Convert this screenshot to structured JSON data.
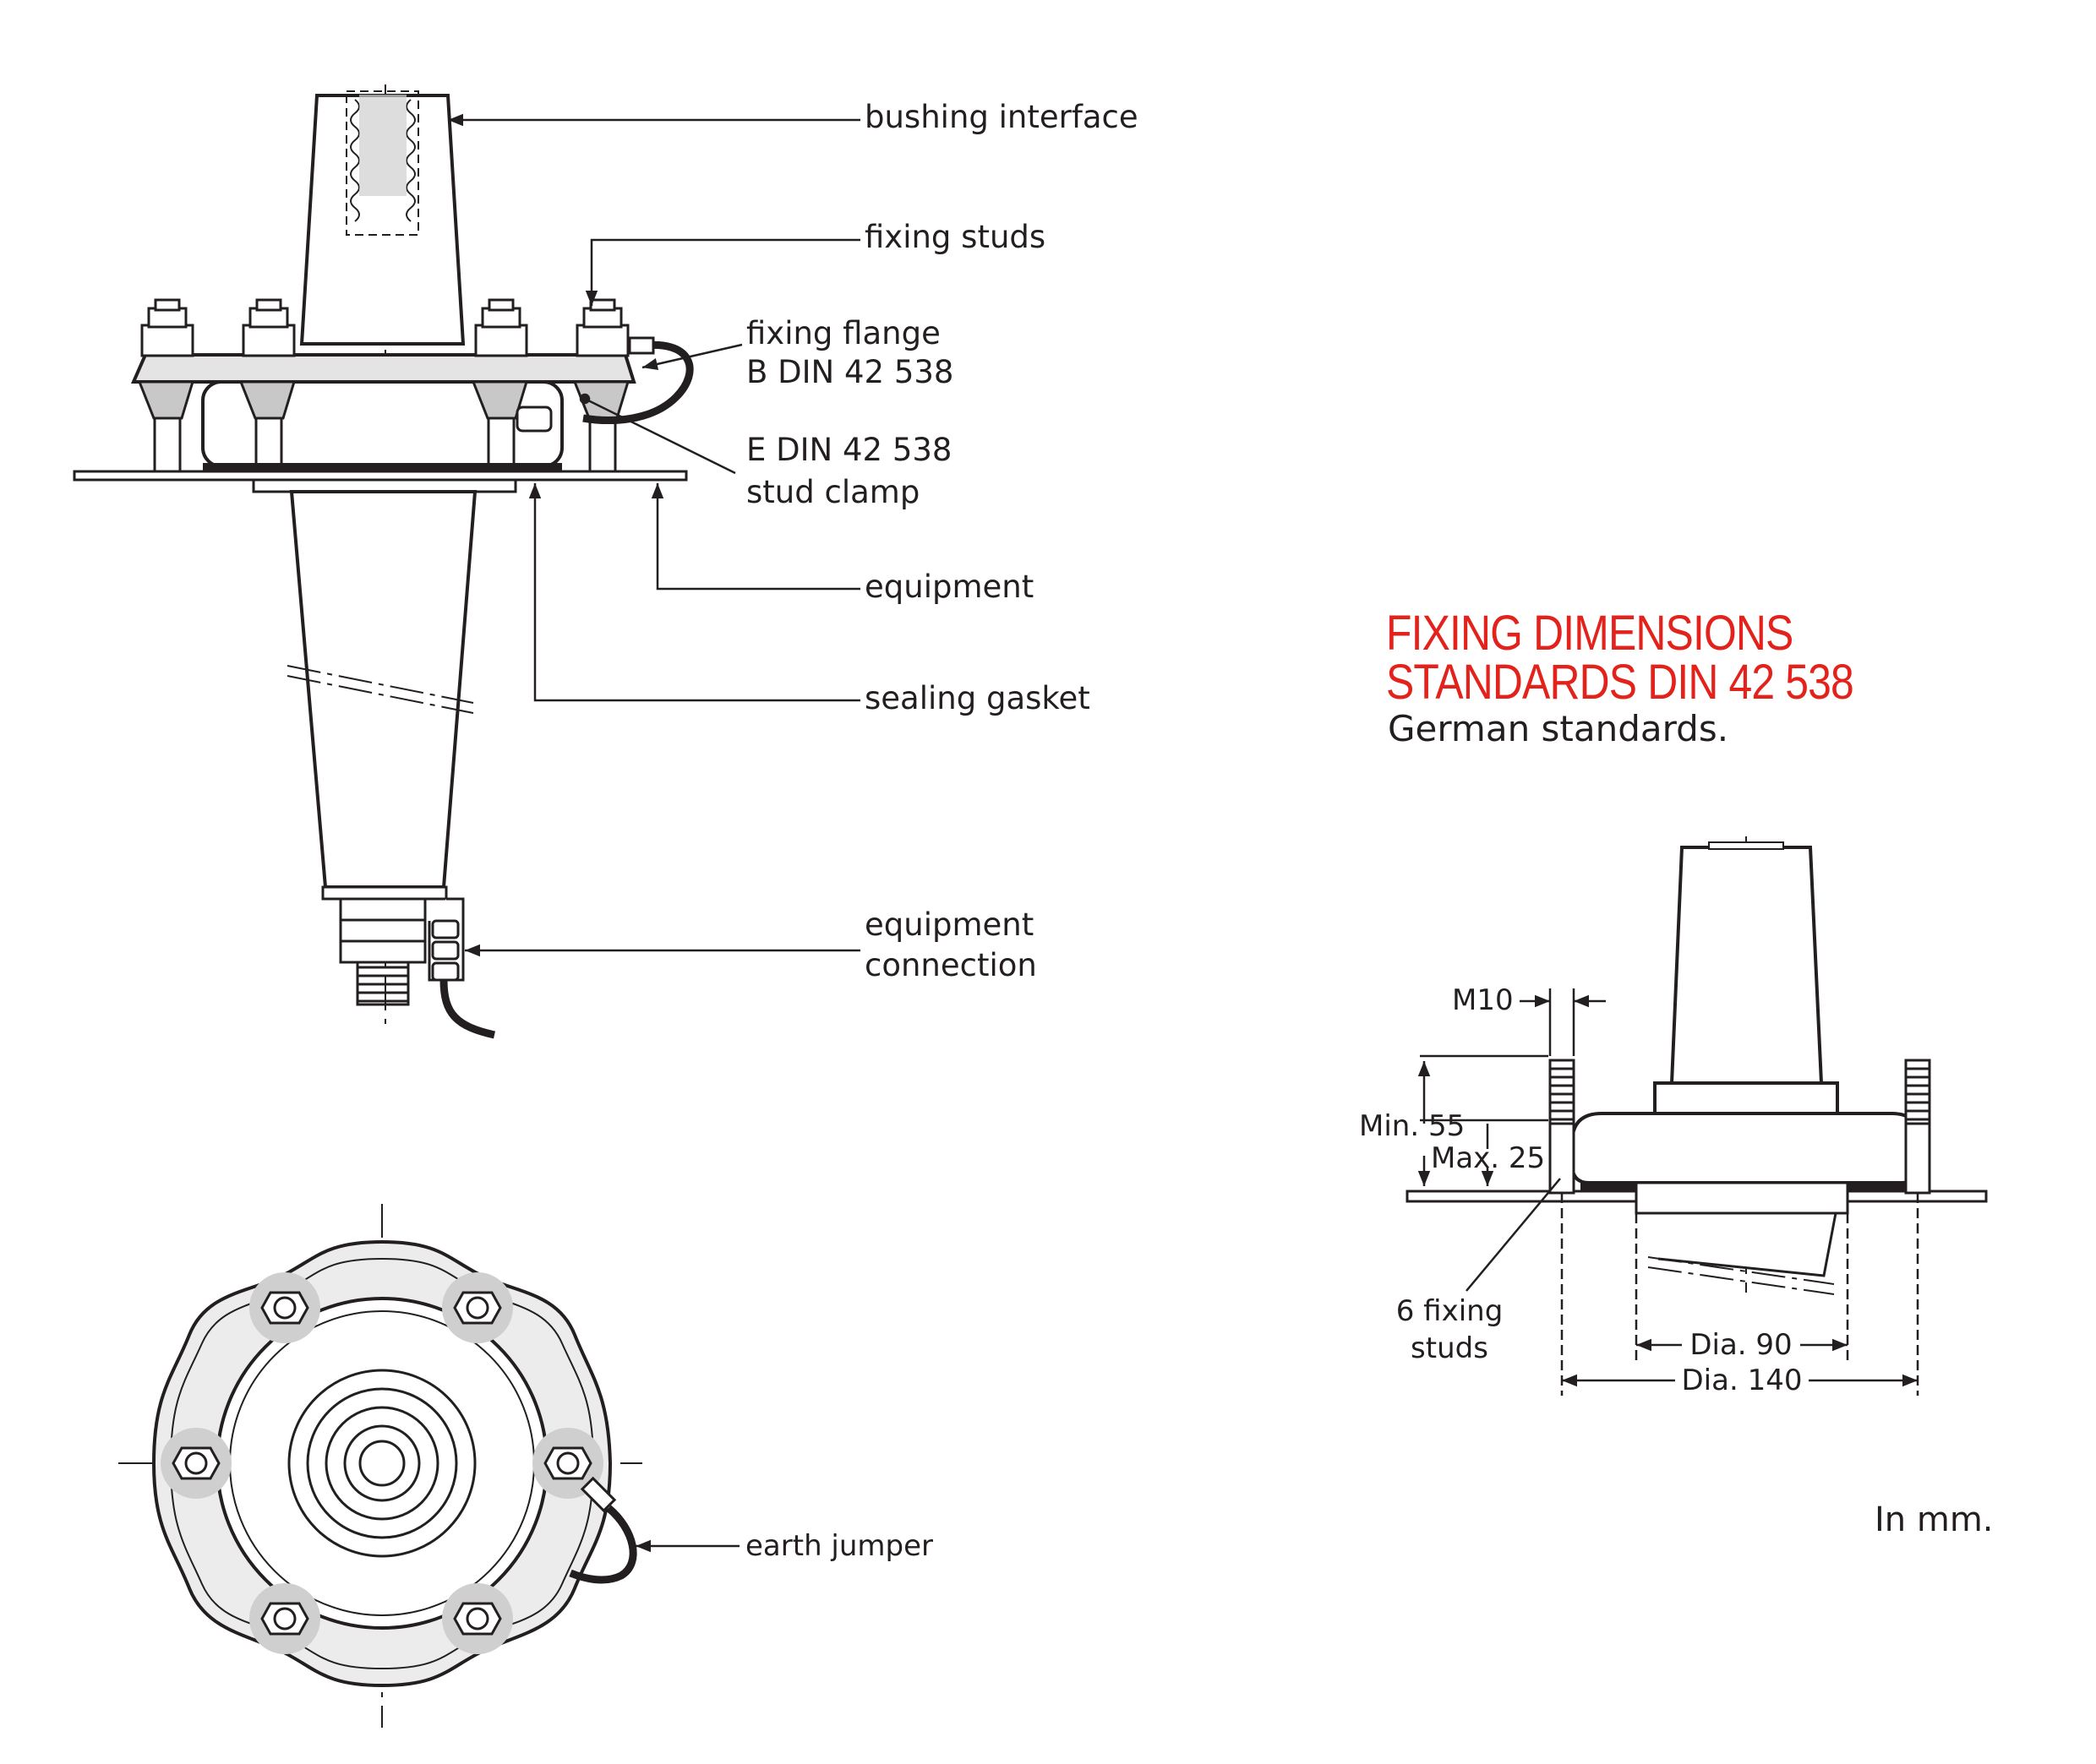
{
  "labels": {
    "bushing_interface": "bushing interface",
    "fixing_studs": "fixing studs",
    "fixing_flange_1": "fixing flange",
    "fixing_flange_2": "B DIN 42 538",
    "stud_clamp_1": "E DIN 42 538",
    "stud_clamp_2": "stud clamp",
    "equipment": "equipment",
    "sealing_gasket": "sealing gasket",
    "equipment_connection_1": "equipment",
    "equipment_connection_2": "connection",
    "earth_jumper": "earth jumper"
  },
  "fixing_dimensions": {
    "title_line1": "FIXING DIMENSIONS",
    "title_line2": "STANDARDS DIN 42 538",
    "subtitle": "German standards.",
    "m10": "M10",
    "min55": "Min. 55",
    "max25": "Max. 25",
    "six_studs_1": "6 fixing",
    "six_studs_2": "studs",
    "dia90": "Dia. 90",
    "dia140": "Dia. 140",
    "units": "In mm."
  },
  "colors": {
    "title": "#e3221c",
    "line": "#231f20",
    "fill_light": "#ececec",
    "fill_mid": "#cfcfcf"
  }
}
